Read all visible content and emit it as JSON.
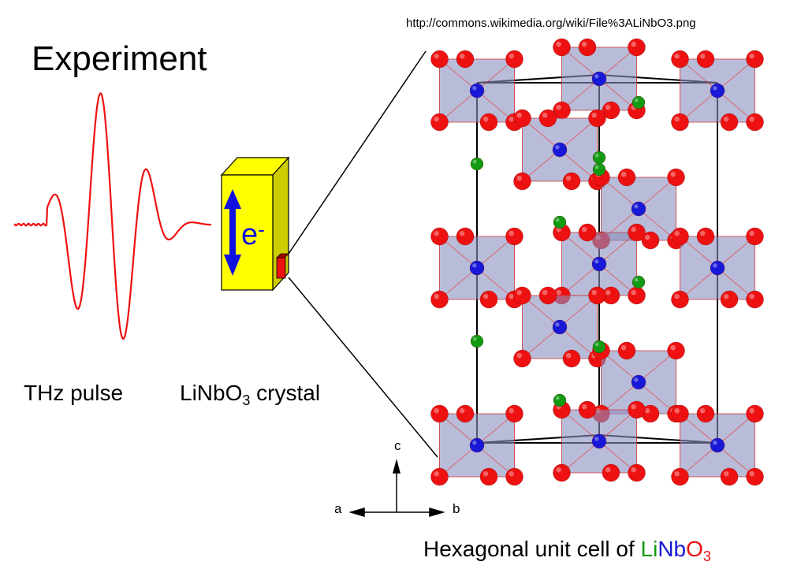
{
  "title": "Experiment",
  "source_url": "http://commons.wikimedia.org/wiki/File%3ALiNbO3.png",
  "labels": {
    "pulse": "THz pulse",
    "crystal_prefix": "LiNbO",
    "crystal_sub": "3",
    "crystal_suffix": " crystal",
    "electron": "e",
    "electron_sup": "-",
    "cell_prefix": "Hexagonal unit cell of ",
    "cell_li": "Li",
    "cell_nb": "Nb",
    "cell_o": "O",
    "cell_sub": "3"
  },
  "axes": {
    "a": "a",
    "b": "b",
    "c": "c"
  },
  "colors": {
    "li": "#129a12",
    "nb": "#1818d8",
    "o": "#ee1111",
    "crystal": "#ffff00",
    "pulse": "#ee1111"
  }
}
